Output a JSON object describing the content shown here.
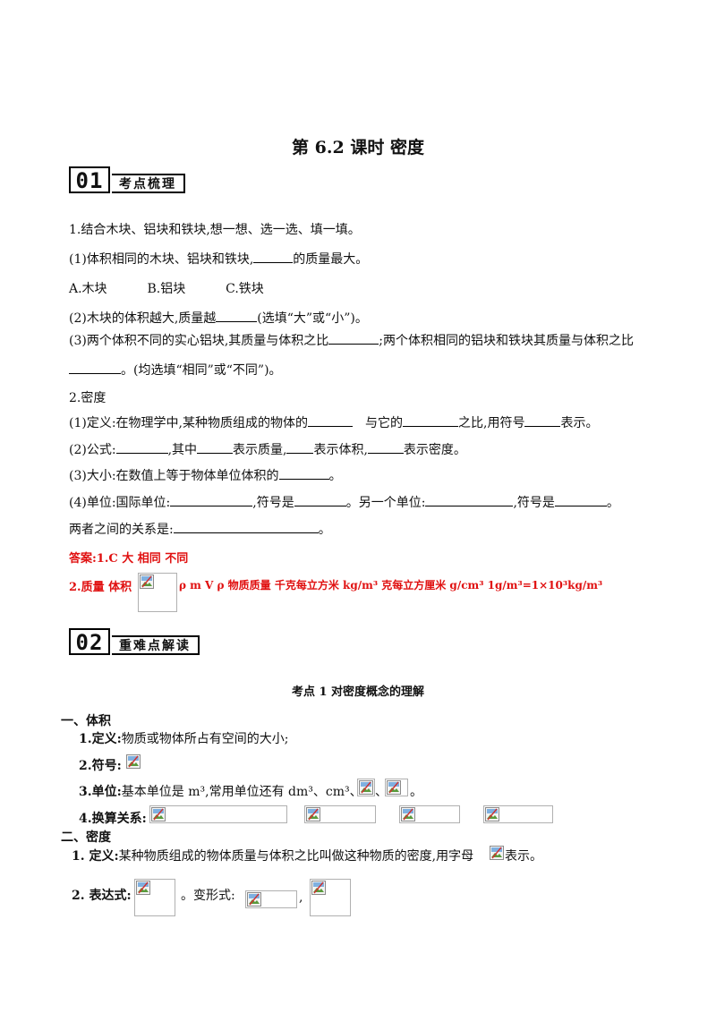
{
  "title": "第 6.2 课时  密度",
  "section1": {
    "num": "01",
    "label": "考点梳理"
  },
  "section2": {
    "num": "02",
    "label": "重难点解读"
  },
  "q1": {
    "stem": "1.结合木块、铝块和铁块,想一想、选一选、填一填。",
    "p1_a": "(1)体积相同的木块、铝块和铁块,",
    "p1_b": "的质量最大。",
    "optA": "A.木块",
    "optB": "B.铝块",
    "optC": "C.铁块",
    "p2_a": "(2)木块的体积越大,质量越",
    "p2_b": "(选填“大”或“小”)。",
    "p3_a": "(3)两个体积不同的实心铝块,其质量与体积之比",
    "p3_b": ";两个体积相同的铝块和铁块其质量与体积之比",
    "p3_c": "。(均选填“相同”或“不同”)。"
  },
  "q2": {
    "stem": "2.密度",
    "d1_a": "(1)定义:在物理学中,某种物质组成的物体的",
    "d1_b": "与它的",
    "d1_c": "之比,用符号",
    "d1_d": "表示。",
    "d2_a": "(2)公式:",
    "d2_b": ",其中",
    "d2_c": "表示质量,",
    "d2_d": "表示体积,",
    "d2_e": "表示密度。",
    "d3_a": "(3)大小:在数值上等于物体单位体积的",
    "d3_b": "。",
    "d4_a": "(4)单位:国际单位:",
    "d4_b": ",符号是",
    "d4_c": "。另一个单位:",
    "d4_d": ",符号是",
    "d4_e": "。",
    "d5_a": "两者之间的关系是:",
    "d5_b": "。"
  },
  "answers": {
    "line1": "答案:1.C 大  相同  不同",
    "line2_a": "2.质量  体积",
    "line2_b": "ρ  m  V  ρ  物质质量  千克每立方米  kg/m³ 克每立方厘米  g/cm³ 1g/m³=1×10³kg/m³"
  },
  "kp1": {
    "heading": "考点 1 对密度概念的理解",
    "h_volume": "一、体积",
    "v1_label": "1.定义:",
    "v1_text": "物质或物体所占有空间的大小;",
    "v2_label": "2.符号:",
    "v3_label": "3.单位:",
    "v3_text_a": "基本单位是 m³,常用单位还有 dm³、cm³、",
    "v3_text_b": "、",
    "v3_text_c": "。",
    "v4_label": "4.换算关系:",
    "h_density": "二、密度",
    "d1_label": "1. 定义:",
    "d1_text_a": "某种物质组成的物体质量与体积之比叫做这种物质的密度,用字母",
    "d1_text_b": "表示。",
    "d2_label": "2. 表达式:",
    "d2_text": "。变形式:",
    "d2_comma": ","
  }
}
